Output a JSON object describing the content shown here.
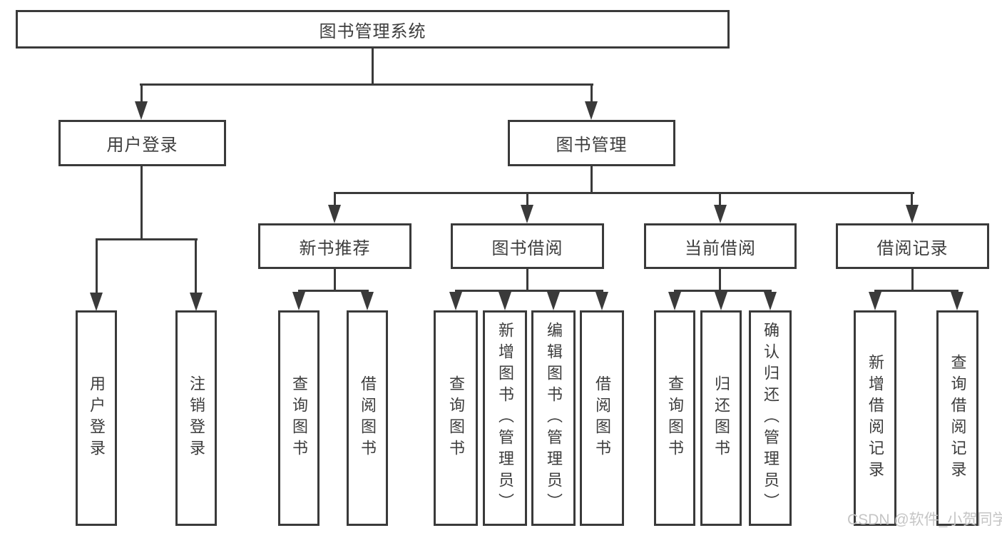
{
  "diagram": {
    "title_note": "functional structure chart",
    "root": {
      "label": "图书管理系统"
    },
    "branches": [
      {
        "label": "用户登录",
        "children": [
          {
            "label": "用户登录"
          },
          {
            "label": "注销登录"
          }
        ]
      },
      {
        "label": "图书管理",
        "children": [
          {
            "label": "新书推荐",
            "children": [
              {
                "label": "查询图书"
              },
              {
                "label": "借阅图书"
              }
            ]
          },
          {
            "label": "图书借阅",
            "children": [
              {
                "label": "查询图书"
              },
              {
                "label": "新增图书（管理员）"
              },
              {
                "label": "编辑图书（管理员）"
              },
              {
                "label": "借阅图书"
              }
            ]
          },
          {
            "label": "当前借阅",
            "children": [
              {
                "label": "查询图书"
              },
              {
                "label": "归还图书"
              },
              {
                "label": "确认归还（管理员）"
              }
            ]
          },
          {
            "label": "借阅记录",
            "children": [
              {
                "label": "新增借阅记录"
              },
              {
                "label": "查询借阅记录"
              }
            ]
          }
        ]
      }
    ],
    "watermark": "CSDN @软件_小贺同学",
    "colors": {
      "line": "#3a3a3a",
      "text": "#3d3d3d",
      "watermark": "#c5c5c5",
      "background": "#ffffff"
    }
  }
}
